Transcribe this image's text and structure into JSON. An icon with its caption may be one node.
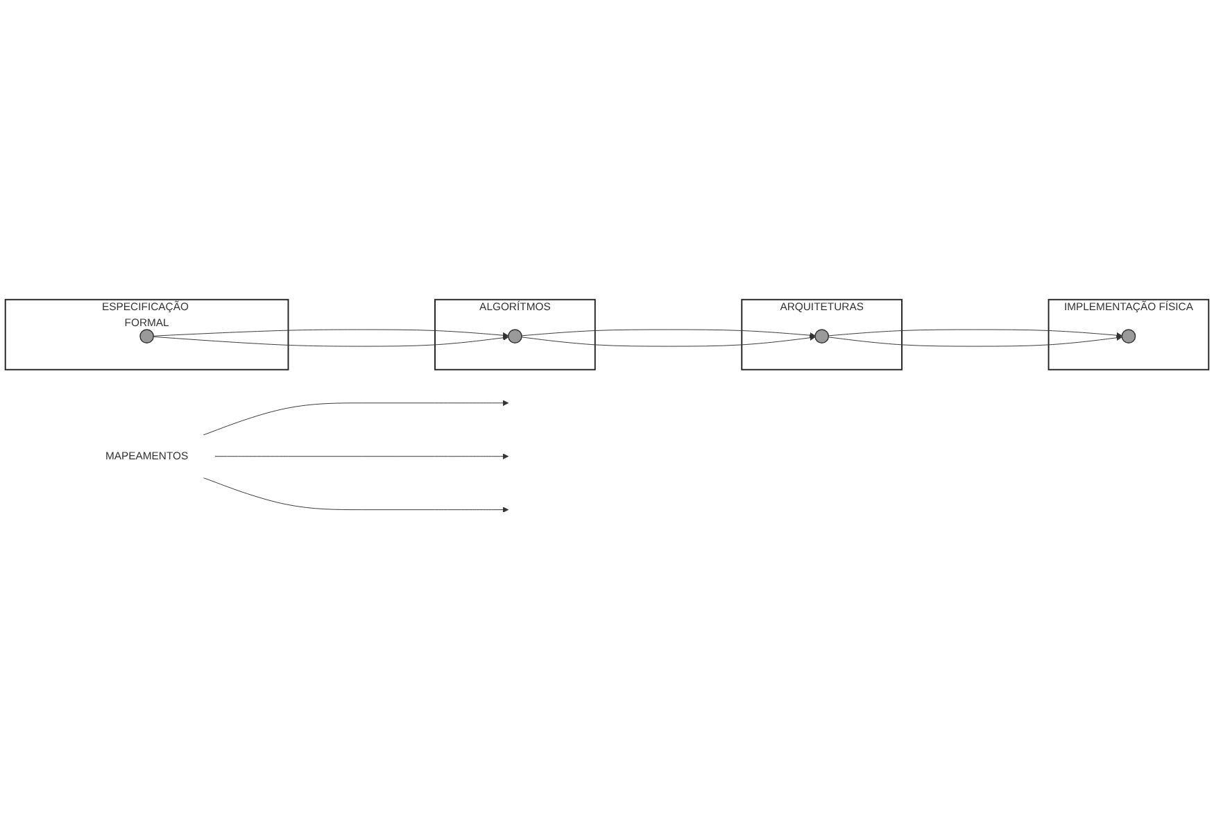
{
  "diagram": {
    "nodes": [
      {
        "text": [
          "ESPECIFICAÇÃO FORMAL"
        ]
      },
      {
        "text": [],
        "shape": "blob",
        "in": 0
      },
      {
        "text": [
          "MAPEAMENTOS"
        ]
      },
      {
        "text": [
          "ARQUITETURAS"
        ]
      },
      {
        "text": [],
        "shape": "blob",
        "in": 3
      },
      {
        "text": [
          "ALGORÍTMOS"
        ]
      },
      {
        "text": [],
        "shape": "blob",
        "in": 5
      },
      {
        "text": [
          "IMPLEMENTAÇÃO FÍSICA"
        ]
      },
      {
        "text": [],
        "shape": "blob",
        "in": 7
      }
    ],
    "edges": [
      {
        "from": 1,
        "to": 6,
        "arrow": "to"
      },
      {
        "from": 1,
        "to": 6,
        "arrow": "to"
      },
      {
        "from": 6,
        "to": 4,
        "arrow": "to"
      },
      {
        "from": 6,
        "to": 4,
        "arrow": "to"
      },
      {
        "from": 4,
        "to": 8,
        "arrow": "to"
      },
      {
        "from": 4,
        "to": 8,
        "arrow": "to"
      },
      {
        "from": 2,
        "to": null,
        "arrow": "to"
      },
      {
        "from": 2,
        "to": null,
        "arrow": "to"
      },
      {
        "from": 2,
        "to": null,
        "arrow": "to"
      }
    ]
  }
}
